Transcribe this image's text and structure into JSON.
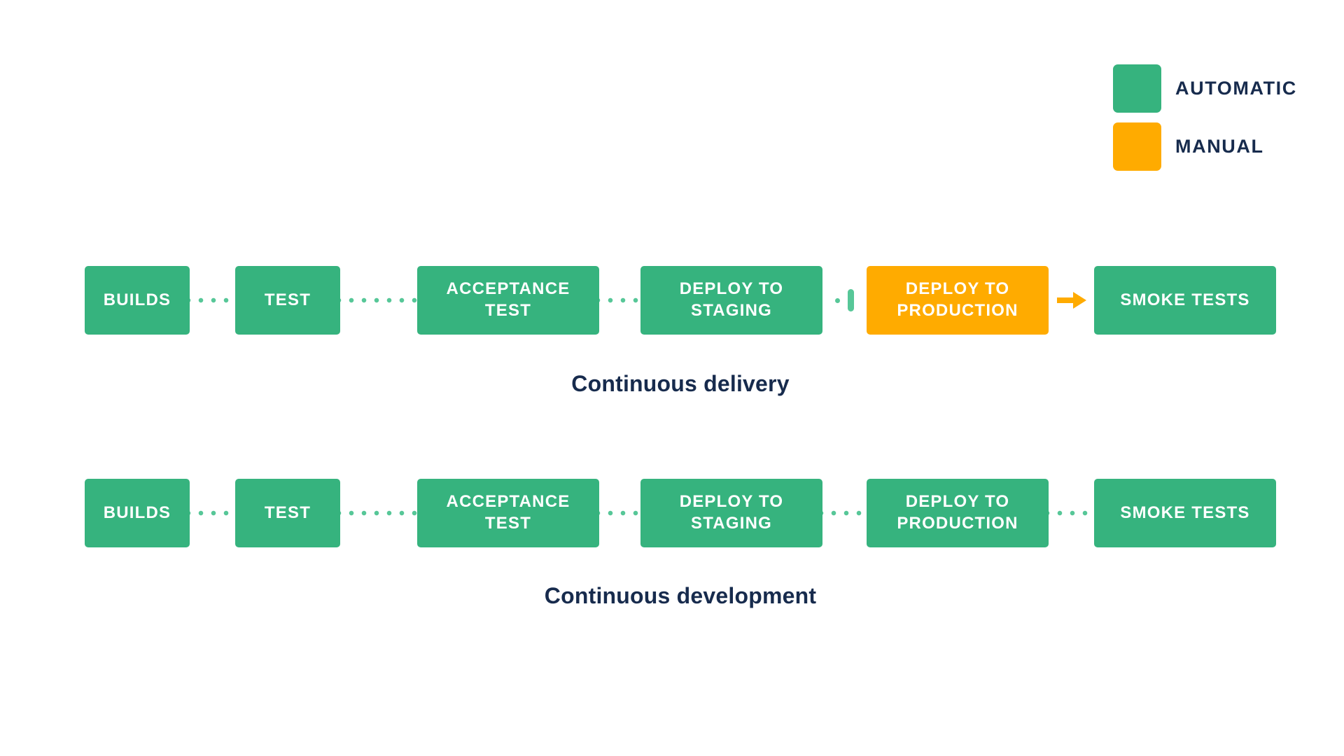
{
  "colors": {
    "automatic": "#36B37E",
    "manual": "#FFAB00",
    "connector_dot": "#57C798",
    "text": "#172B4D",
    "background": "#FFFFFF"
  },
  "legend": {
    "items": [
      {
        "id": "automatic",
        "label": "AUTOMATIC",
        "color": "#36B37E"
      },
      {
        "id": "manual",
        "label": "MANUAL",
        "color": "#FFAB00"
      }
    ]
  },
  "pipelines": [
    {
      "id": "continuous-delivery",
      "caption": "Continuous delivery",
      "stages": [
        {
          "label": "BUILDS",
          "type": "automatic"
        },
        {
          "label": "TEST",
          "type": "automatic"
        },
        {
          "label": "ACCEPTANCE TEST",
          "type": "automatic"
        },
        {
          "label": "DEPLOY TO STAGING",
          "type": "automatic"
        },
        {
          "label": "DEPLOY TO PRODUCTION",
          "type": "manual"
        },
        {
          "label": "SMOKE TESTS",
          "type": "automatic"
        }
      ],
      "connectors": [
        "dotted",
        "dotted",
        "dotted",
        "manual-gate",
        "manual-arrow"
      ]
    },
    {
      "id": "continuous-development",
      "caption": "Continuous development",
      "stages": [
        {
          "label": "BUILDS",
          "type": "automatic"
        },
        {
          "label": "TEST",
          "type": "automatic"
        },
        {
          "label": "ACCEPTANCE TEST",
          "type": "automatic"
        },
        {
          "label": "DEPLOY TO STAGING",
          "type": "automatic"
        },
        {
          "label": "DEPLOY TO PRODUCTION",
          "type": "automatic"
        },
        {
          "label": "SMOKE TESTS",
          "type": "automatic"
        }
      ],
      "connectors": [
        "dotted",
        "dotted",
        "dotted",
        "dotted",
        "dotted"
      ]
    }
  ]
}
